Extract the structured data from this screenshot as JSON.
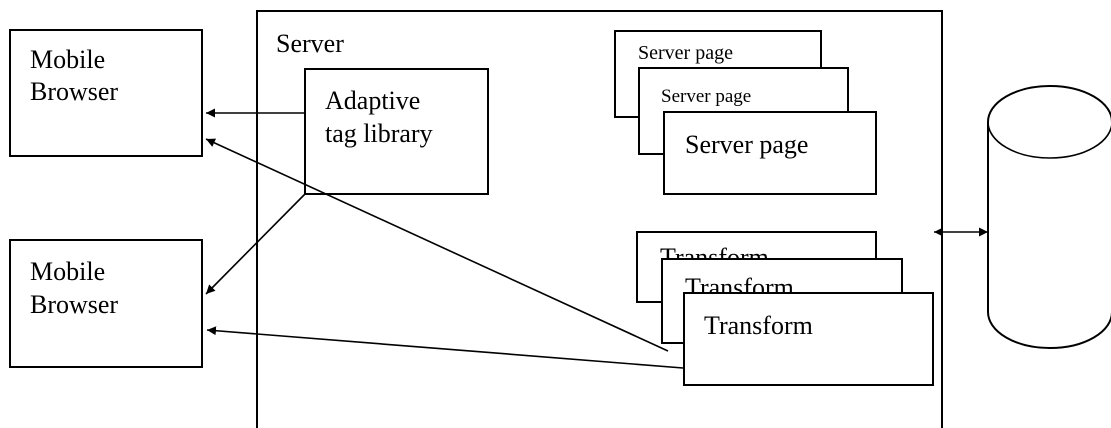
{
  "server": {
    "label": "Server"
  },
  "browsers": [
    {
      "line1": "Mobile",
      "line2": "Browser"
    },
    {
      "line1": "Mobile",
      "line2": "Browser"
    }
  ],
  "tag_library": {
    "line1": "Adaptive",
    "line2": "tag library"
  },
  "server_pages": [
    {
      "label": "Server page"
    },
    {
      "label": "Server page"
    },
    {
      "label": "Server page"
    }
  ],
  "transforms": [
    {
      "label": "Transform"
    },
    {
      "label": "Transform"
    },
    {
      "label": "Transform"
    }
  ],
  "edges": [
    {
      "from": "tag_library",
      "to": "browsers.0",
      "direction": "to-target"
    },
    {
      "from": "tag_library",
      "to": "browsers.1",
      "direction": "to-target"
    },
    {
      "from": "transforms",
      "to": "browsers.0",
      "direction": "to-target"
    },
    {
      "from": "transforms",
      "to": "browsers.1",
      "direction": "to-target"
    },
    {
      "from": "server",
      "to": "database",
      "direction": "bidirectional"
    }
  ],
  "colors": {
    "stroke": "#000000",
    "fill": "#ffffff"
  }
}
